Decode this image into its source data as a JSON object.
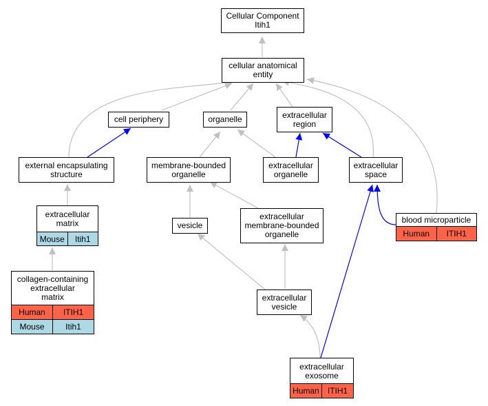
{
  "nodes": {
    "cc": {
      "label": "Cellular Component\nItih1"
    },
    "cae": {
      "label": "cellular anatomical\nentity"
    },
    "cp": {
      "label": "cell periphery"
    },
    "org": {
      "label": "organelle"
    },
    "er": {
      "label": "extracellular\nregion"
    },
    "ees": {
      "label": "external encapsulating\nstructure"
    },
    "mbo": {
      "label": "membrane-bounded\norganelle"
    },
    "eo": {
      "label": "extracellular\norganelle"
    },
    "es": {
      "label": "extracellular\nspace"
    },
    "em": {
      "label": "extracellular\nmatrix"
    },
    "ves": {
      "label": "vesicle"
    },
    "embo": {
      "label": "extracellular\nmembrane-bounded\norganelle"
    },
    "bmp": {
      "label": "blood microparticle"
    },
    "ccem": {
      "label": "collagen-containing\nextracellular\nmatrix"
    },
    "ev": {
      "label": "extracellular\nvesicle"
    },
    "exo": {
      "label": "extracellular\nexosome"
    }
  },
  "annotations": {
    "em": [
      {
        "species": "Mouse",
        "gene": "Itih1"
      }
    ],
    "bmp": [
      {
        "species": "Human",
        "gene": "ITIH1"
      }
    ],
    "ccem": [
      {
        "species": "Human",
        "gene": "ITIH1"
      },
      {
        "species": "Mouse",
        "gene": "Itih1"
      }
    ],
    "exo": [
      {
        "species": "Human",
        "gene": "ITIH1"
      }
    ]
  },
  "colors": {
    "edge_gray": "#c0c0c0",
    "edge_blue": "#0000ff",
    "human": "#ff6347",
    "mouse": "#add8e6"
  }
}
